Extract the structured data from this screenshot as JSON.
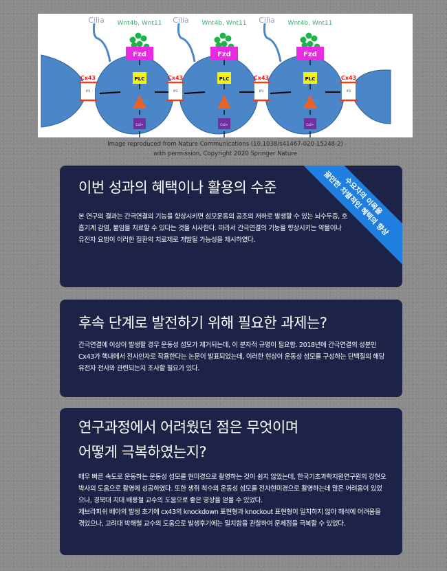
{
  "figure": {
    "labels": {
      "cilia": "Cilia",
      "wnt": "Wnt4b, Wnt11",
      "fzd": "Fzd",
      "plc": "PLC",
      "cx43": "Cx43",
      "ip3": "IP3",
      "ca": "Ca2+"
    },
    "caption_line1": "Image reproduced from Nature Communications (10.1038/s41467-020-15248-2)",
    "caption_line2": "with permission, Copyright 2020 Springer Nature"
  },
  "cards": [
    {
      "title": "이번 성과의 혜택이나 활용의 수준",
      "ribbon_line1": "수요자의 이목을",
      "ribbon_line2": "끌만한 차별적인 혜택의 향상",
      "body": "본 연구의 결과는 간극연결의 기능을 향상시키면 섬모운동의 공조의 저하로 발생할 수 있는 뇌수두증, 호흡기계 감염, 불임을 치료할 수 있다는 것을 시사한다. 따라서 간극연결의 기능을 향상시키는 약물이나 유전자 요법이 이러한 질환의 치료제로 개발될 가능성을 제시하였다."
    },
    {
      "title": "후속 단계로 발전하기 위해 필요한 과제는?",
      "body": "간극연결에 이상이 발생할 경우 운동성 섬모가 제거되는데, 이 분자적 규명이 필요함. 2018년에 간극연결의 성분인 Cx43가 핵내에서 전사인자로 작용한다는 논문이 발표되었는데, 이러한 현상이 운동성 섬모를 구성하는 단백질의 해당 유전자 전사와 관련되는지 조사할 필요가 있다."
    },
    {
      "title_line1": "연구과정에서 어려웠던 점은 무엇이며",
      "title_line2": "어떻게 극복하였는지?",
      "body1": "매우 빠른 속도로 운동하는 운동성 섬모를 현미경으로 촬영하는 것이 쉽지 않았는데, 한국기초과학지원연구원의 강현오 박사의 도움으로 촬영에 성공하였다. 또한 생쥐 척수의 운동성 섬모를 전자현미경으로 촬영하는데 많은 어려움이 있었으나, 경북대 치대 배용철 교수의 도움으로 좋은 영상을 얻을 수 있었다.",
      "body2": "제브라피쉬 배아의 발생 초기에 cx43의 knockdown 표현형과 knockout 표현형이 일치하지 않아 해석에 어려움을 겪었으나, 고려대 박해철 교수의 도움으로 발생후기에는 일치함을 관찰하여 문제점을 극복할 수 있었다."
    }
  ]
}
